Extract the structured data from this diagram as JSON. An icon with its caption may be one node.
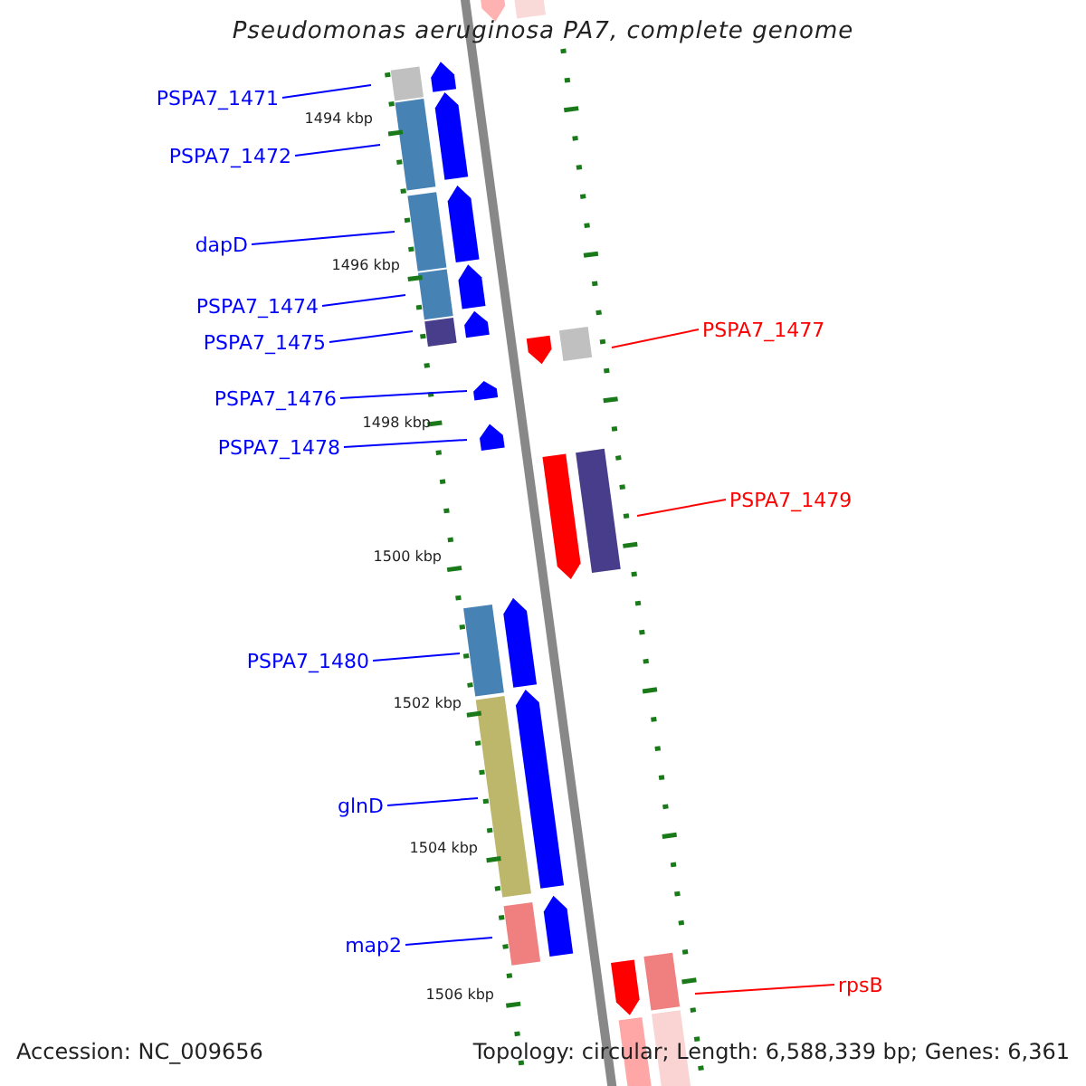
{
  "diagram": {
    "title": "Pseudomonas aeruginosa PA7, complete genome",
    "nodes": [
      {
        "text": [
          "PSPA7_1471"
        ]
      },
      {
        "text": [
          "PSPA7_1472"
        ]
      },
      {
        "text": [
          "dapD"
        ]
      },
      {
        "text": [
          "PSPA7_1474"
        ]
      },
      {
        "text": [
          "PSPA7_1477"
        ]
      },
      {
        "text": [
          "PSPA7_1475"
        ]
      },
      {
        "text": [
          "PSPA7_1476"
        ]
      },
      {
        "text": [
          "PSPA7_1478"
        ]
      },
      {
        "text": [
          "PSPA7_1479"
        ]
      },
      {
        "text": [
          "PSPA7_1480"
        ]
      },
      {
        "text": [
          "glnD"
        ]
      },
      {
        "text": [
          "map2"
        ]
      },
      {
        "text": [
          "rpsB"
        ]
      }
    ],
    "edges": [
      {
        "from": 0,
        "to": null,
        "arrow": "none"
      },
      {
        "from": 1,
        "to": null,
        "arrow": "none"
      },
      {
        "from": 2,
        "to": null,
        "arrow": "none"
      },
      {
        "from": 3,
        "to": null,
        "arrow": "none"
      },
      {
        "from": 4,
        "to": null,
        "arrow": "none",
        "color": "#ff0000"
      },
      {
        "from": 5,
        "to": null,
        "arrow": "none"
      },
      {
        "from": 6,
        "to": null,
        "arrow": "none"
      },
      {
        "from": 7,
        "to": null,
        "arrow": "none"
      },
      {
        "from": 8,
        "to": null,
        "arrow": "none",
        "color": "#ff0000"
      },
      {
        "from": 9,
        "to": null,
        "arrow": "none"
      },
      {
        "from": 10,
        "to": null,
        "arrow": "none"
      },
      {
        "from": 11,
        "to": null,
        "arrow": "none"
      },
      {
        "from": 12,
        "to": null,
        "arrow": "none",
        "color": "#ff0000"
      }
    ],
    "labels": [
      "1494 kbp",
      "1496 kbp",
      "1498 kbp",
      "1500 kbp",
      "1502 kbp",
      "1504 kbp",
      "1506 kbp",
      "Accession: NC_009656",
      "Topology: circular; Length: 6,588,339 bp; Genes: 6,361"
    ]
  }
}
